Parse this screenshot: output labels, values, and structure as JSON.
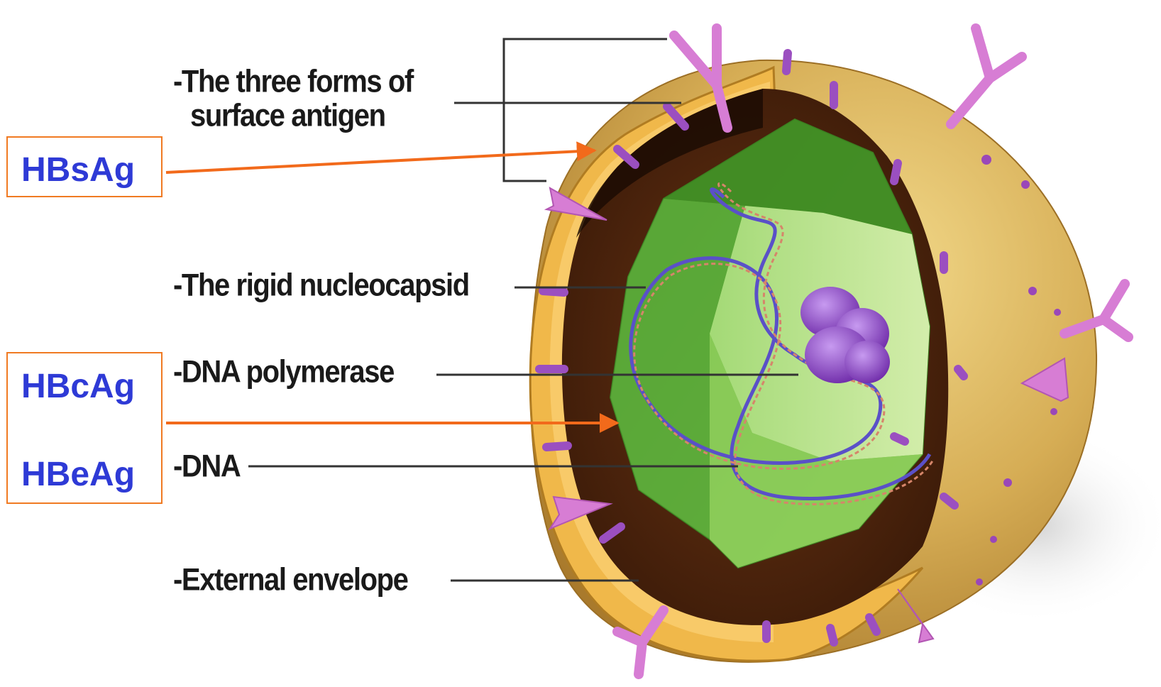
{
  "labels": {
    "surface_antigen_line1": "-The three forms of",
    "surface_antigen_line2": "surface antigen",
    "nucleocapsid": "-The rigid nucleocapsid",
    "dna_polymerase": "-DNA polymerase",
    "dna": "-DNA",
    "external_envelope": "-External envelope"
  },
  "annotations": {
    "hbsag": "HBsAg",
    "hbcag": "HBcAg",
    "hbeag": "HBeAg"
  },
  "colors": {
    "arrow": "#f26a1b",
    "annotation_text": "#2e3ad6",
    "annotation_border": "#f07a22",
    "leader_line": "#333333",
    "envelope": "#e9b44c",
    "capsid": "#5fae3c",
    "spike": "#d27ad8",
    "polymerase": "#8c3fc4"
  }
}
